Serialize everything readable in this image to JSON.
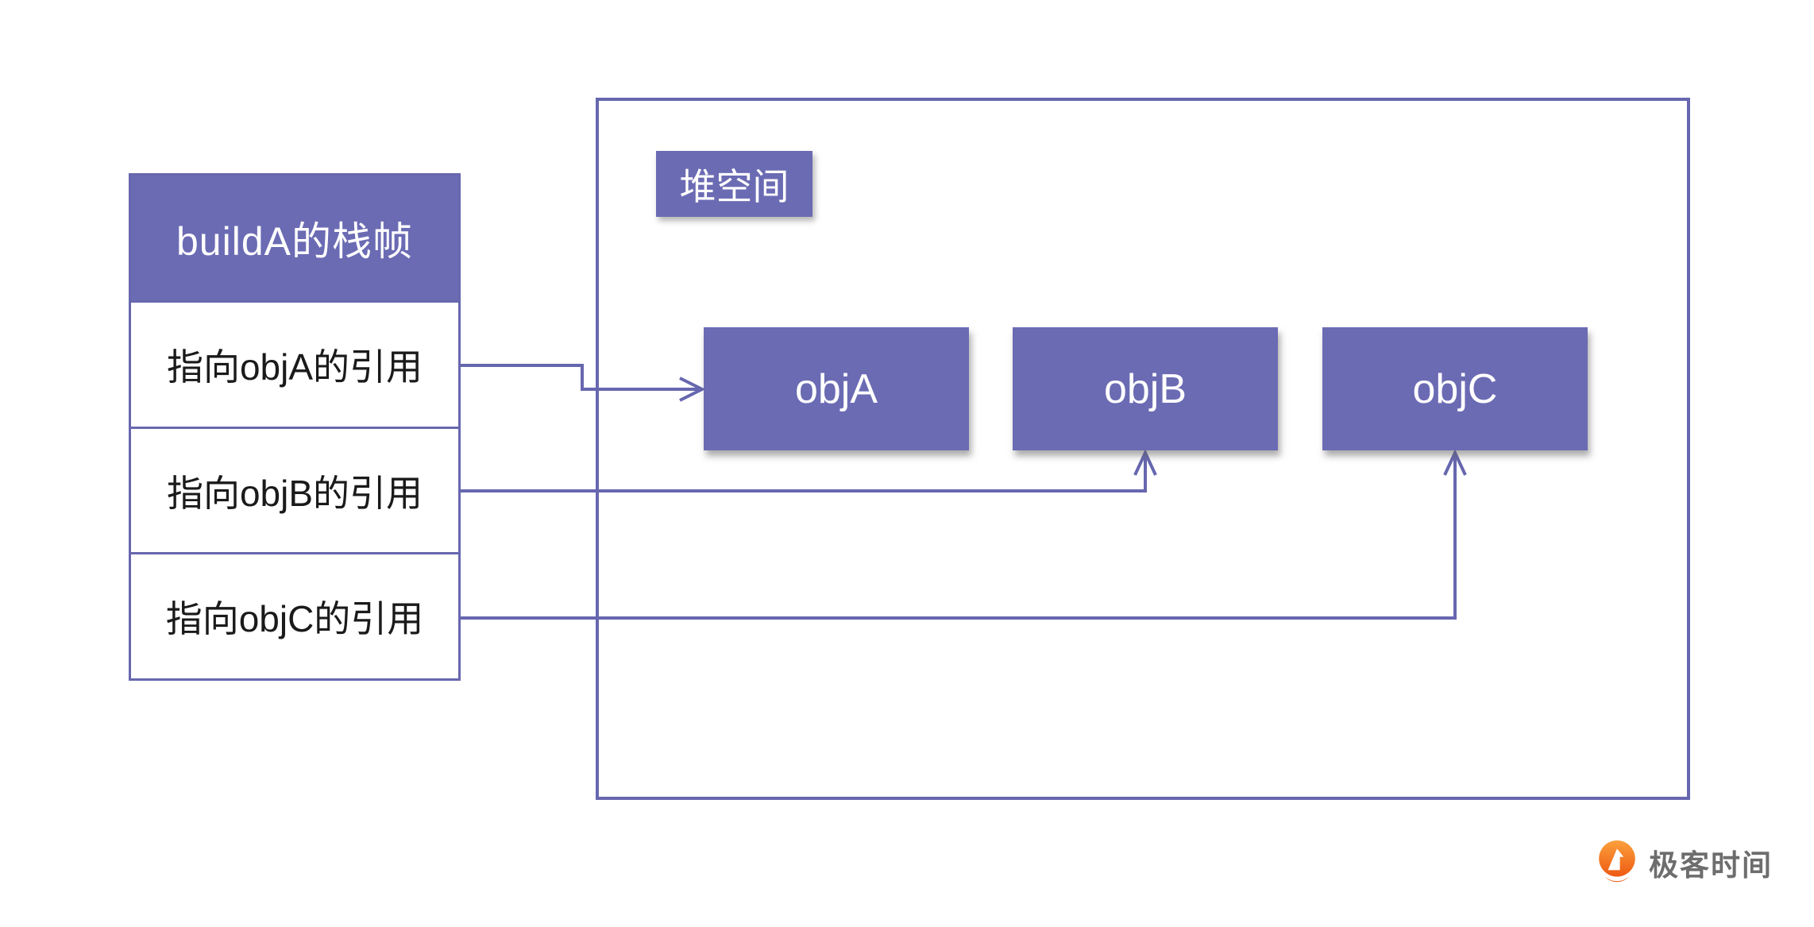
{
  "colors": {
    "purple_fill": "#6B6BB4",
    "purple_line": "#6767AF",
    "row_text": "#1a1a1a",
    "white_text": "#ffffff",
    "logo_text_gray": "#6d6d6d",
    "logo_orange": "#EE5A13"
  },
  "stack_frame": {
    "title": "buildA的栈帧",
    "rows": [
      {
        "label": "指向objA的引用"
      },
      {
        "label": "指向objB的引用"
      },
      {
        "label": "指向objC的引用"
      }
    ]
  },
  "heap": {
    "label": "堆空间",
    "objects": [
      {
        "name": "objA"
      },
      {
        "name": "objB"
      },
      {
        "name": "objC"
      }
    ]
  },
  "edges": [
    {
      "from": "指向objA的引用",
      "to": "objA"
    },
    {
      "from": "指向objB的引用",
      "to": "objB"
    },
    {
      "from": "指向objC的引用",
      "to": "objC"
    }
  ],
  "logo": {
    "text": "极客时间"
  }
}
